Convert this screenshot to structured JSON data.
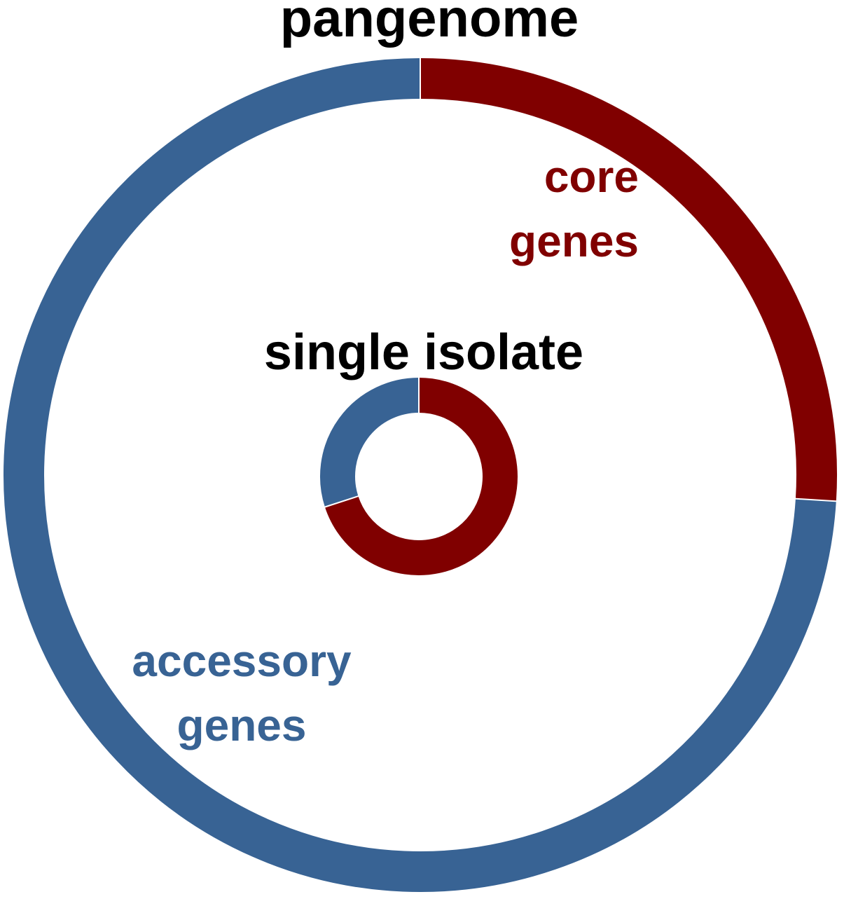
{
  "colors": {
    "core": "#800000",
    "accessory": "#386394",
    "background": "#ffffff",
    "title": "#000000"
  },
  "chart_data": [
    {
      "type": "donut",
      "title": "pangenome",
      "segments": [
        {
          "name": "core genes",
          "label_lines": [
            "core",
            "genes"
          ],
          "percent": 26,
          "color": "#800000"
        },
        {
          "name": "accessory genes",
          "label_lines": [
            "accessory",
            "genes"
          ],
          "percent": 74,
          "color": "#386394"
        }
      ]
    },
    {
      "type": "donut",
      "title": "single isolate",
      "segments": [
        {
          "percent": 70,
          "color": "#800000"
        },
        {
          "percent": 30,
          "color": "#386394"
        }
      ]
    }
  ]
}
